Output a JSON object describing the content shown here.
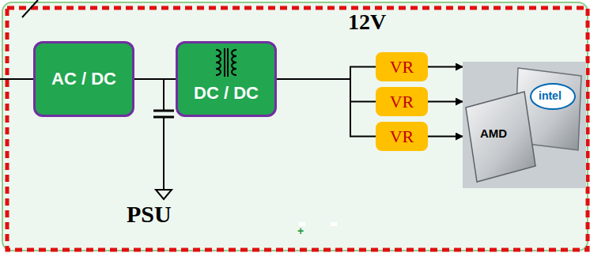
{
  "diagram": {
    "nodes": [
      {
        "text": [
          "AC / DC"
        ]
      },
      {
        "text": [
          "DC / DC"
        ]
      },
      {
        "text": [
          "VR"
        ]
      },
      {
        "text": [
          "VR"
        ]
      },
      {
        "text": [
          "VR"
        ]
      },
      {
        "text": [
          "AMD",
          "intel"
        ]
      }
    ],
    "edges": [
      {
        "from": 0,
        "to": 1,
        "arrow": "none"
      },
      {
        "from": 1,
        "to": 2,
        "arrow": "none"
      },
      {
        "from": 1,
        "to": 3,
        "arrow": "none"
      },
      {
        "from": 1,
        "to": 4,
        "arrow": "none"
      },
      {
        "from": 2,
        "to": 5,
        "arrow": "to"
      },
      {
        "from": 3,
        "to": 5,
        "arrow": "to"
      },
      {
        "from": 4,
        "to": 5,
        "arrow": "to"
      }
    ],
    "labels": [
      "12V",
      "PSU",
      "+"
    ]
  }
}
